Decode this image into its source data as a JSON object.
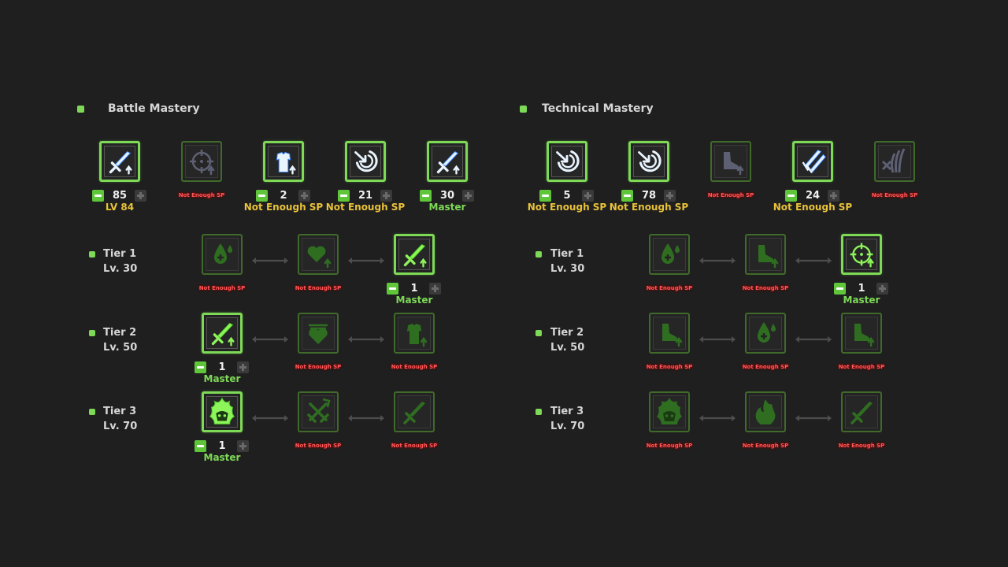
{
  "colors": {
    "accent": "#7ed957",
    "background": "#1f1f1f",
    "warning": "#e8c23a",
    "error": "#ff5a5a"
  },
  "sections": [
    {
      "title": "Battle Mastery",
      "top_skills": [
        {
          "icon": "sword-up-icon",
          "active": true,
          "value": "85",
          "status": "LV 84",
          "status_type": "yellow"
        },
        {
          "icon": "crosshair-up-icon",
          "active": false,
          "value": null,
          "status": "Not Enough SP",
          "status_type": "red"
        },
        {
          "icon": "armor-up-icon",
          "active": true,
          "value": "2",
          "status": "Not Enough SP",
          "status_type": "yellow"
        },
        {
          "icon": "shield-swirl-icon",
          "active": true,
          "value": "21",
          "status": "Not Enough SP",
          "status_type": "yellow"
        },
        {
          "icon": "sword-up-icon",
          "active": true,
          "value": "30",
          "status": "Master",
          "status_type": "green"
        }
      ],
      "tiers": [
        {
          "name": "Tier 1",
          "level": "Lv. 30",
          "skills": [
            {
              "icon": "blood-drop-icon",
              "active": false,
              "value": null,
              "status": "Not Enough SP",
              "status_type": "red"
            },
            {
              "icon": "heart-up-icon",
              "active": false,
              "value": null,
              "status": "Not Enough SP",
              "status_type": "red"
            },
            {
              "icon": "sword-up-icon",
              "active": true,
              "value": "1",
              "status": "Master",
              "status_type": "green"
            }
          ]
        },
        {
          "name": "Tier 2",
          "level": "Lv. 50",
          "skills": [
            {
              "icon": "sword-up-icon",
              "active": true,
              "value": "1",
              "status": "Master",
              "status_type": "green"
            },
            {
              "icon": "heart-shield-icon",
              "active": false,
              "value": null,
              "status": "Not Enough SP",
              "status_type": "red"
            },
            {
              "icon": "armor-up-icon",
              "active": false,
              "value": null,
              "status": "Not Enough SP",
              "status_type": "red"
            }
          ]
        },
        {
          "name": "Tier 3",
          "level": "Lv. 70",
          "skills": [
            {
              "icon": "flame-face-icon",
              "active": true,
              "value": "1",
              "status": "Master",
              "status_type": "green"
            },
            {
              "icon": "crossed-swords-icon",
              "active": false,
              "value": null,
              "status": "Not Enough SP",
              "status_type": "red"
            },
            {
              "icon": "sword-icon",
              "active": false,
              "value": null,
              "status": "Not Enough SP",
              "status_type": "red"
            }
          ]
        }
      ]
    },
    {
      "title": "Technical Mastery",
      "top_skills": [
        {
          "icon": "shield-swirl-icon",
          "active": true,
          "value": "5",
          "status": "Not Enough SP",
          "status_type": "yellow"
        },
        {
          "icon": "shield-swirl-icon",
          "active": true,
          "value": "78",
          "status": "Not Enough SP",
          "status_type": "yellow"
        },
        {
          "icon": "boot-up-icon",
          "active": false,
          "value": null,
          "status": "Not Enough SP",
          "status_type": "red"
        },
        {
          "icon": "blades-icon",
          "active": true,
          "value": "24",
          "status": "Not Enough SP",
          "status_type": "yellow"
        },
        {
          "icon": "claw-strike-icon",
          "active": false,
          "value": null,
          "status": "Not Enough SP",
          "status_type": "red"
        }
      ],
      "tiers": [
        {
          "name": "Tier 1",
          "level": "Lv. 30",
          "skills": [
            {
              "icon": "blood-drop-icon",
              "active": false,
              "value": null,
              "status": "Not Enough SP",
              "status_type": "red"
            },
            {
              "icon": "boot-up-icon",
              "active": false,
              "value": null,
              "status": "Not Enough SP",
              "status_type": "red"
            },
            {
              "icon": "crosshair-up-icon",
              "active": true,
              "value": "1",
              "status": "Master",
              "status_type": "green"
            }
          ]
        },
        {
          "name": "Tier 2",
          "level": "Lv. 50",
          "skills": [
            {
              "icon": "boot-up-icon",
              "active": false,
              "value": null,
              "status": "Not Enough SP",
              "status_type": "red"
            },
            {
              "icon": "blood-drop-icon",
              "active": false,
              "value": null,
              "status": "Not Enough SP",
              "status_type": "red"
            },
            {
              "icon": "boot-up-icon",
              "active": false,
              "value": null,
              "status": "Not Enough SP",
              "status_type": "red"
            }
          ]
        },
        {
          "name": "Tier 3",
          "level": "Lv. 70",
          "skills": [
            {
              "icon": "flame-face-icon",
              "active": false,
              "value": null,
              "status": "Not Enough SP",
              "status_type": "red"
            },
            {
              "icon": "fire-icon",
              "active": false,
              "value": null,
              "status": "Not Enough SP",
              "status_type": "red"
            },
            {
              "icon": "sword-icon",
              "active": false,
              "value": null,
              "status": "Not Enough SP",
              "status_type": "red"
            }
          ]
        }
      ]
    }
  ]
}
